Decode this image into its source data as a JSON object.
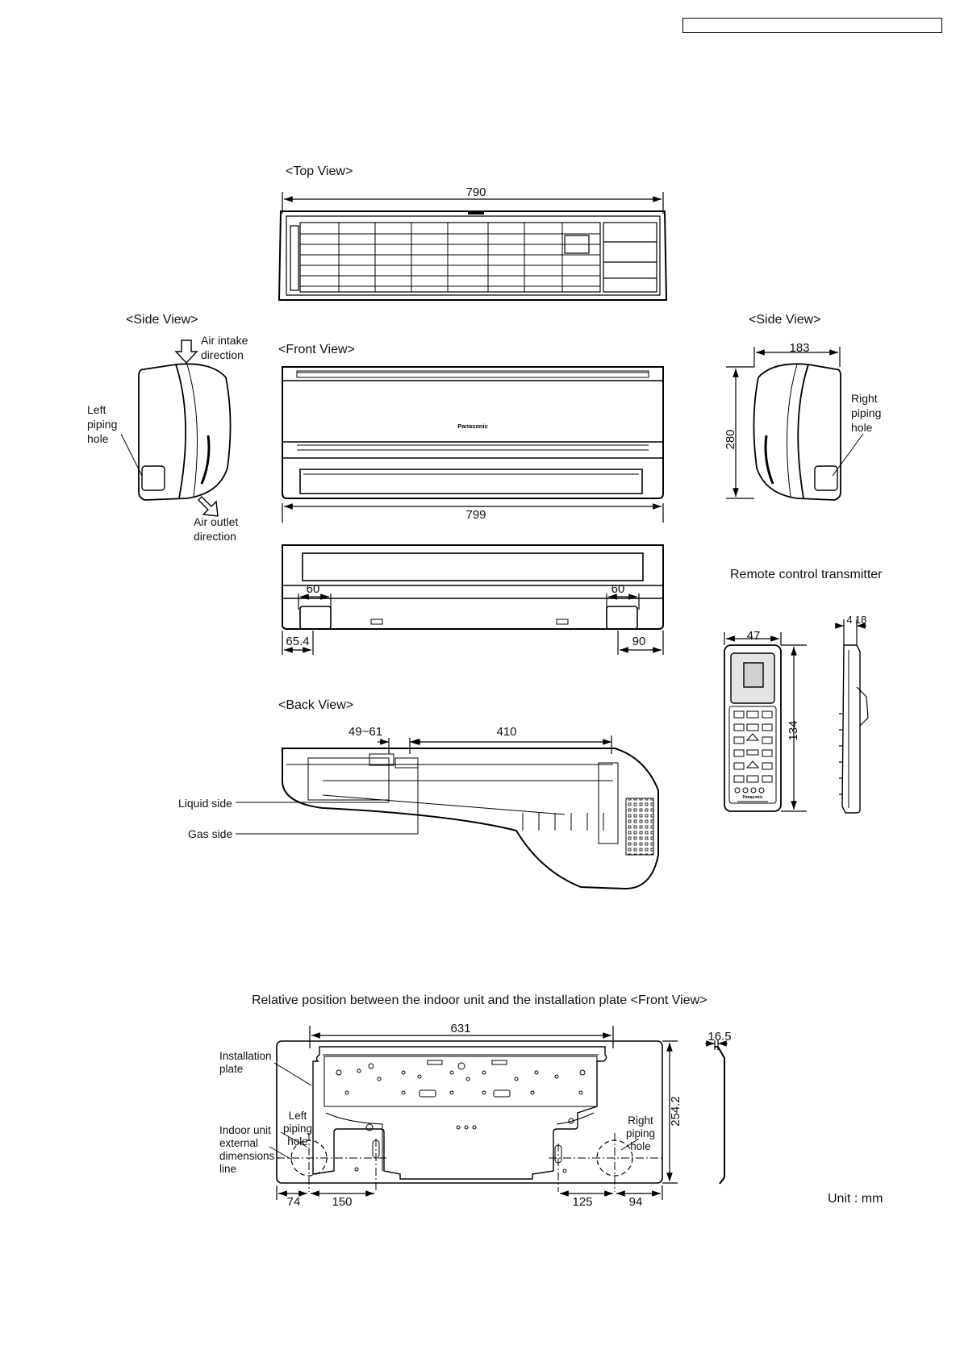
{
  "header_box_text": "",
  "top_view": {
    "title": "<Top View>",
    "width_dim": "790"
  },
  "side_view_left": {
    "title": "<Side View>",
    "air_intake": [
      "Air intake",
      "direction"
    ],
    "left_piping": [
      "Left",
      "piping",
      "hole"
    ],
    "air_outlet": [
      "Air outlet",
      "direction"
    ]
  },
  "front_view": {
    "title": "<Front View>",
    "width_dim": "799",
    "brand": "Panasonic"
  },
  "side_view_right": {
    "title": "<Side View>",
    "depth_dim": "183",
    "height_dim": "280",
    "right_piping": [
      "Right",
      "piping",
      "hole"
    ]
  },
  "bottom_view": {
    "dim_left_60": "60",
    "dim_right_60": "60",
    "dim_left_65": "65.4",
    "dim_right_90": "90"
  },
  "remote": {
    "title": "Remote control transmitter",
    "width_dim": "47",
    "height_dim": "134",
    "thickness_dim": "18",
    "thickness_small": "4",
    "brand": "Panasonic"
  },
  "back_view": {
    "title": "<Back View>",
    "dim_range": "49~61",
    "dim_410": "410",
    "liquid_side": "Liquid side",
    "gas_side": "Gas side"
  },
  "installation": {
    "title": "Relative position between the indoor unit and the installation plate <Front View>",
    "dim_631": "631",
    "dim_16_5": "16.5",
    "dim_254_2": "254.2",
    "dim_74": "74",
    "dim_150": "150",
    "dim_125": "125",
    "dim_94": "94",
    "installation_plate": [
      "Installation",
      "plate"
    ],
    "indoor_unit_line": [
      "Indoor unit",
      "external",
      "dimensions",
      "line"
    ],
    "left_piping": [
      "Left",
      "piping",
      "hole"
    ],
    "right_piping": [
      "Right",
      "piping",
      "hole"
    ]
  },
  "unit_note": "Unit : mm"
}
